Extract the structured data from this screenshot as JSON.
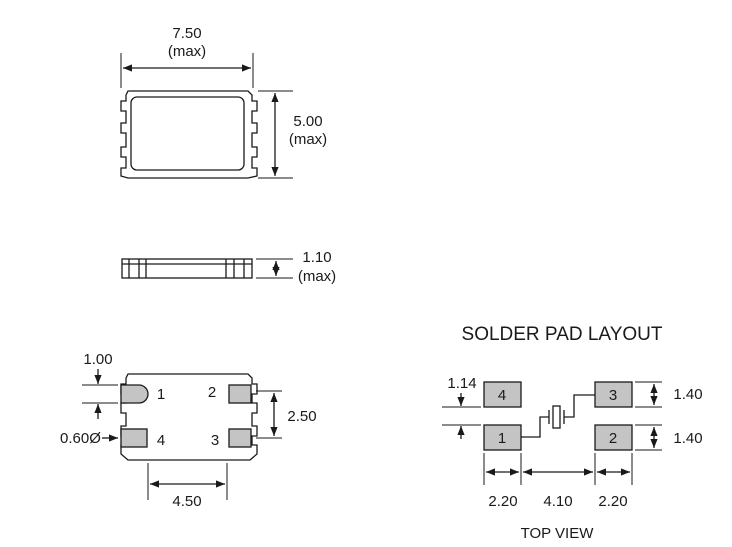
{
  "top_view_package": {
    "width_value": "7.50",
    "width_note": "(max)",
    "height_value": "5.00",
    "height_note": "(max)"
  },
  "side_view": {
    "thickness_value": "1.10",
    "thickness_note": "(max)"
  },
  "bottom_view": {
    "pad_height": "1.00",
    "pad_diameter": "0.60Ø",
    "pad_pitch_vertical": "2.50",
    "pad_pitch_horizontal": "4.50",
    "pin_labels": [
      "1",
      "2",
      "4",
      "3"
    ]
  },
  "solder_pad_layout": {
    "title": "SOLDER PAD LAYOUT",
    "pad_gap": "1.14",
    "pad_height_top": "1.40",
    "pad_height_bottom": "1.40",
    "pad_width_left": "2.20",
    "pad_spacing": "4.10",
    "pad_width_right": "2.20",
    "pad_labels": [
      "4",
      "3",
      "1",
      "2"
    ],
    "view_label": "TOP VIEW"
  }
}
